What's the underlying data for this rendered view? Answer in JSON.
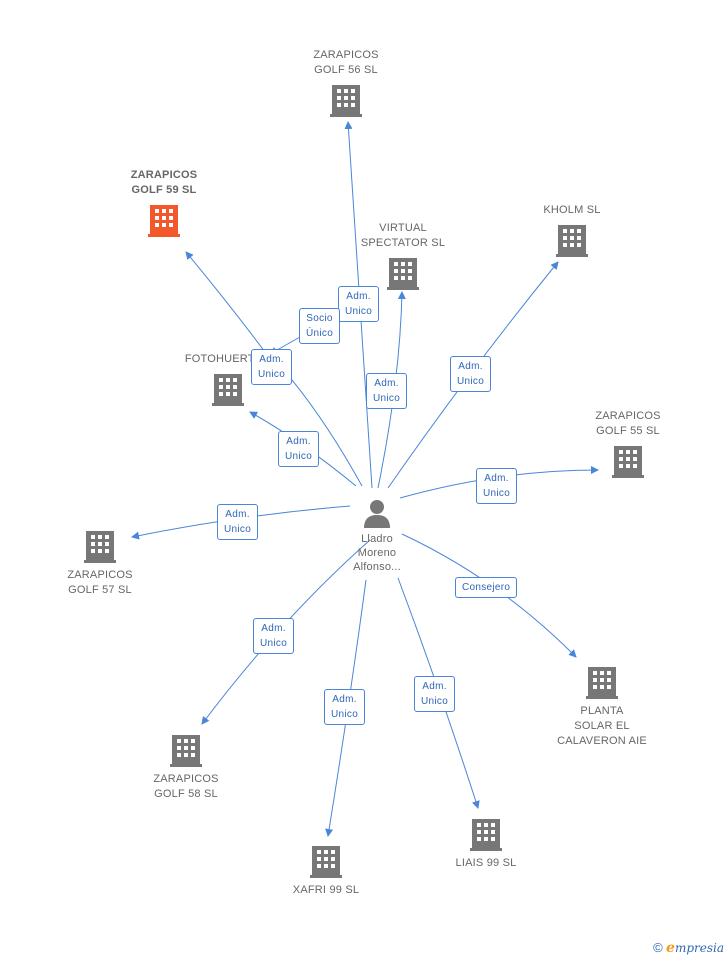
{
  "center": {
    "name": "Lladro\nMoreno\nAlfonso..."
  },
  "nodes": {
    "z56": "ZARAPICOS\nGOLF 56 SL",
    "z59": "ZARAPICOS\nGOLF 59 SL",
    "virtual": "VIRTUAL\nSPECTATOR SL",
    "kholm": "KHOLM  SL",
    "fotohuerta": "FOTOHUERTA...",
    "z55": "ZARAPICOS\nGOLF 55 SL",
    "z57": "ZARAPICOS\nGOLF 57 SL",
    "planta": "PLANTA\nSOLAR EL\nCALAVERON AIE",
    "z58": "ZARAPICOS\nGOLF 58 SL",
    "liais": "LIAIS 99 SL",
    "xafri": "XAFRI 99 SL"
  },
  "edges": {
    "z56": "Adm.\nUnico",
    "z59_socio": "Socio\nÚnico",
    "z59_adm": "Adm.\nUnico",
    "virtual": "Adm.\nUnico",
    "kholm": "Adm.\nUnico",
    "fotohuerta": "Adm.\nUnico",
    "z55": "Adm.\nUnico",
    "z57": "Adm.\nUnico",
    "planta": "Consejero",
    "z58": "Adm.\nUnico",
    "liais": "Adm.\nUnico",
    "xafri": "Adm.\nUnico"
  },
  "colors": {
    "edge": "#4a86d8",
    "building": "#777777",
    "highlight": "#f2582a",
    "person": "#777777"
  },
  "icons": {
    "company": "building-icon",
    "person": "person-icon"
  },
  "brand": {
    "copy": "©",
    "e": "e",
    "rest": "mpresia"
  }
}
